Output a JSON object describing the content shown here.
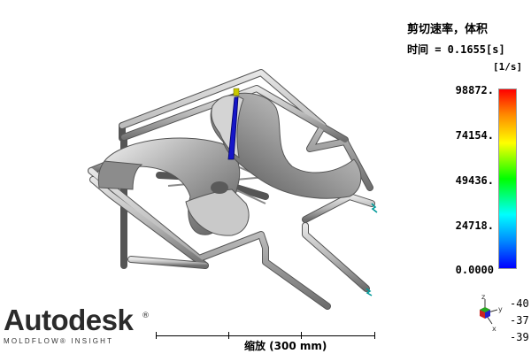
{
  "legend": {
    "title": "剪切速率，体积",
    "time": "时间 = 0.1655[s]",
    "unit": "[1/s]",
    "ticks": [
      "98872.",
      "74154.",
      "49436.",
      "24718.",
      "0.0000"
    ],
    "colors": {
      "high": "#ff0000",
      "mid": "#00ff00",
      "low": "#0000ff"
    }
  },
  "scale": {
    "label": "缩放 (300 mm)"
  },
  "logo": {
    "name": "Autodesk",
    "reg": "®",
    "sub": "MOLDFLOW® INSIGHT"
  },
  "orientation": {
    "axes": [
      "z",
      "y",
      "x"
    ],
    "values": [
      "-40",
      "-37",
      "-39"
    ]
  },
  "model": {
    "description_icon": "mold-part-runner-model",
    "part_color": "#a9a9a9",
    "runner_color": "#c0c0c0",
    "gate_color": "#1111cc"
  }
}
